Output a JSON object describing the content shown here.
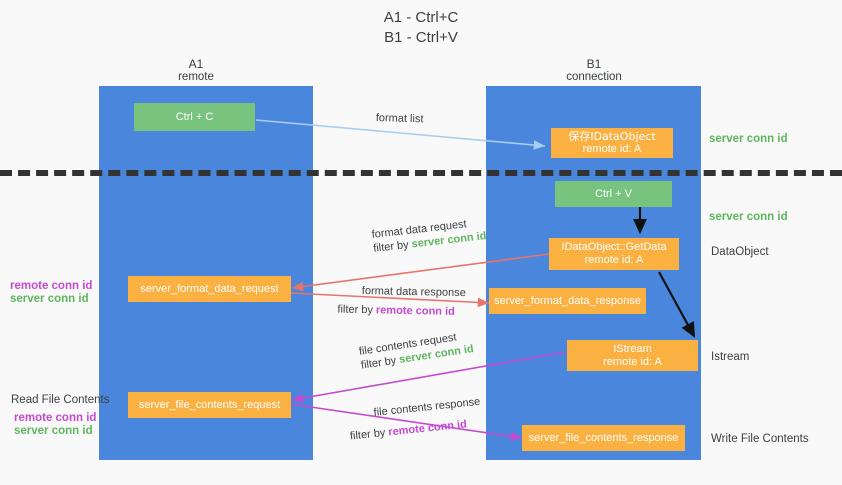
{
  "title": {
    "line1": "A1 - Ctrl+C",
    "line2": "B1 - Ctrl+V"
  },
  "columns": [
    {
      "name": "A1",
      "sub": "remote"
    },
    {
      "name": "B1",
      "sub": "connection"
    }
  ],
  "nodes": {
    "ctrl_c": {
      "label": "Ctrl + C"
    },
    "ctrl_v": {
      "label": "Ctrl + V"
    },
    "save_idataobject": {
      "line1": "保存IDataObject",
      "line2": "remote id: A"
    },
    "getdata": {
      "line1": "IDataObject::GetData",
      "line2": "remote id: A"
    },
    "istream": {
      "line1": "IStream",
      "line2": "remote id: A"
    },
    "server_format_data_request": {
      "label": "server_format_data_request"
    },
    "server_format_data_response": {
      "label": "server_format_data_response"
    },
    "server_file_contents_request": {
      "label": "server_file_contents_request"
    },
    "server_file_contents_response": {
      "label": "server_file_contents_response"
    }
  },
  "edges": {
    "format_list": {
      "label": "format list"
    },
    "format_data_request": {
      "label": "format data request",
      "filter_prefix": "filter by ",
      "filter_value": "server conn id"
    },
    "format_data_response": {
      "label": "format data response",
      "filter_prefix": "filter by ",
      "filter_value": "remote conn id"
    },
    "file_contents_request": {
      "label": "file contents request",
      "filter_prefix": "filter by ",
      "filter_value": "server conn id"
    },
    "file_contents_response": {
      "label": "file contents response",
      "filter_prefix": "filter by ",
      "filter_value": "remote conn id"
    }
  },
  "right_labels": {
    "server_conn_id_top": "server conn id",
    "server_conn_id_mid": "server conn id",
    "dataobject": "DataObject",
    "istream": "Istream",
    "write_file_contents": "Write File Contents"
  },
  "left_labels": {
    "remote_conn_id_a": "remote conn id",
    "server_conn_id_a": "server conn id",
    "read_file_contents": "Read File Contents",
    "remote_conn_id_b": "remote conn id",
    "server_conn_id_b": "server conn id"
  },
  "colors": {
    "background": "#f9f9f9",
    "column": "#4a86db",
    "green_node": "#78c37d",
    "orange_node": "#fbb042",
    "server_conn_id": "#5fb55f",
    "remote_conn_id": "#c44ad0",
    "arrow_format_list": "#a8cdf0",
    "arrow_format_data": "#e8736a",
    "arrow_file_contents": "#c44ad0",
    "arrow_internal": "#111111",
    "divider": "#333333",
    "text": "#3c4043"
  }
}
